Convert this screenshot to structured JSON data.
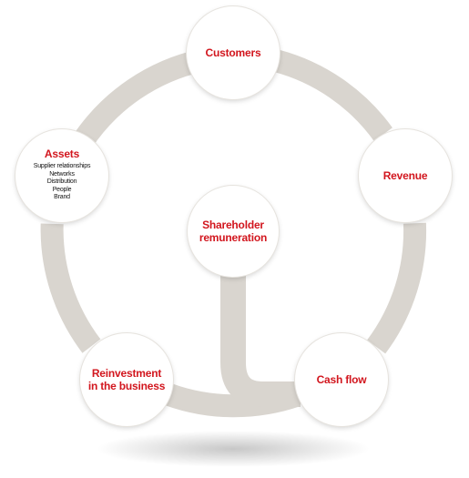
{
  "nodes": {
    "customers": {
      "label": [
        "Customers"
      ]
    },
    "revenue": {
      "label": [
        "Revenue"
      ]
    },
    "cash_flow": {
      "label": [
        "Cash flow"
      ]
    },
    "reinvestment": {
      "label": [
        "Reinvestment",
        "in the business"
      ]
    },
    "assets": {
      "label": [
        "Assets"
      ],
      "items": [
        "Supplier relationships",
        "Networks",
        "Distribution",
        "People",
        "Brand"
      ]
    },
    "shareholder": {
      "label": [
        "Shareholder",
        "remuneration"
      ]
    }
  },
  "colors": {
    "accent": "#d2161e",
    "cycle_track": "#d9d5cf",
    "node_fill": "#ffffff",
    "text_dark": "#111111"
  }
}
